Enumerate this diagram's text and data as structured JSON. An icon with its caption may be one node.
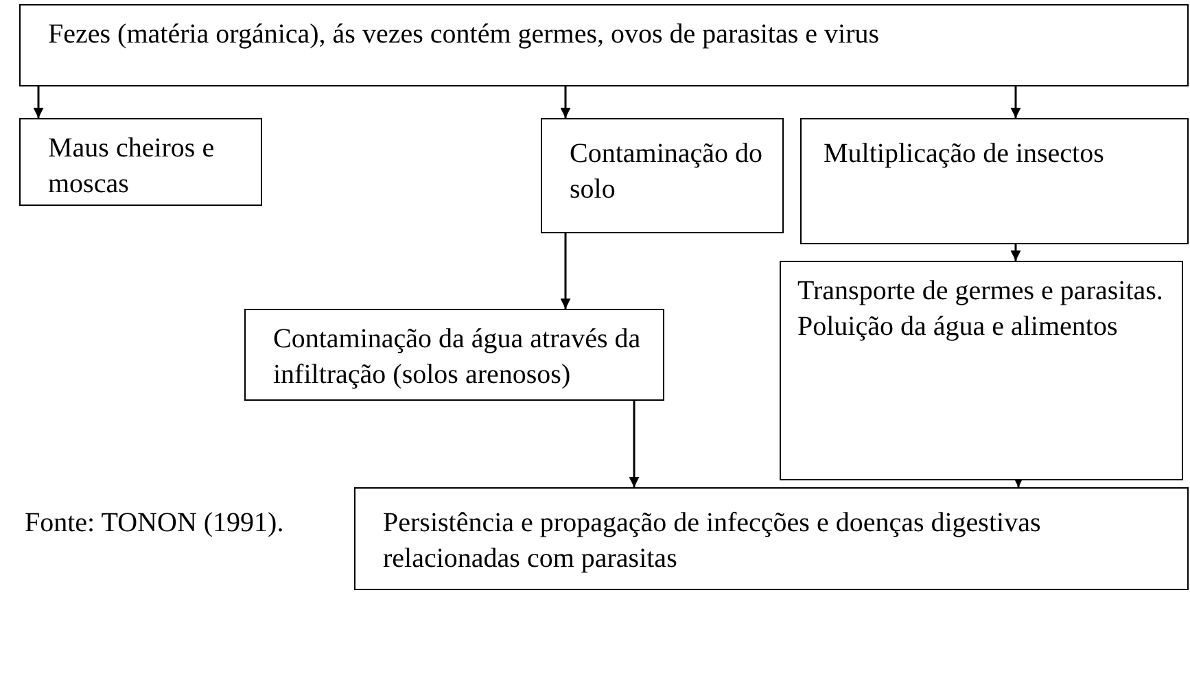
{
  "diagram": {
    "nodes": [
      {
        "text": [
          "Fezes (matéria orgánica), ás vezes contém germes, ovos de parasitas e virus"
        ]
      },
      {
        "text": [
          "Maus cheiros e moscas"
        ]
      },
      {
        "text": [
          "Contaminação do solo"
        ]
      },
      {
        "text": [
          "Multiplicação de insectos"
        ]
      },
      {
        "text": [
          "Contaminação da água através da infiltração (solos arenosos)"
        ]
      },
      {
        "text": [
          "Transporte de germes e parasitas.",
          "Poluição da água e alimentos"
        ]
      },
      {
        "text": [
          "Persistência e propagação de infecções e doenças digestivas relacionadas com parasitas"
        ]
      }
    ],
    "edges": [
      {
        "from": 0,
        "to": 1,
        "arrow": "to"
      },
      {
        "from": 0,
        "to": 2,
        "arrow": "to"
      },
      {
        "from": 0,
        "to": 3,
        "arrow": "to"
      },
      {
        "from": 2,
        "to": 4,
        "arrow": "to"
      },
      {
        "from": 3,
        "to": 5,
        "arrow": "to"
      },
      {
        "from": 4,
        "to": 6,
        "arrow": "to"
      },
      {
        "from": 5,
        "to": 6,
        "arrow": "to"
      }
    ],
    "labels": [
      "Fonte: TONON (1991)."
    ]
  }
}
